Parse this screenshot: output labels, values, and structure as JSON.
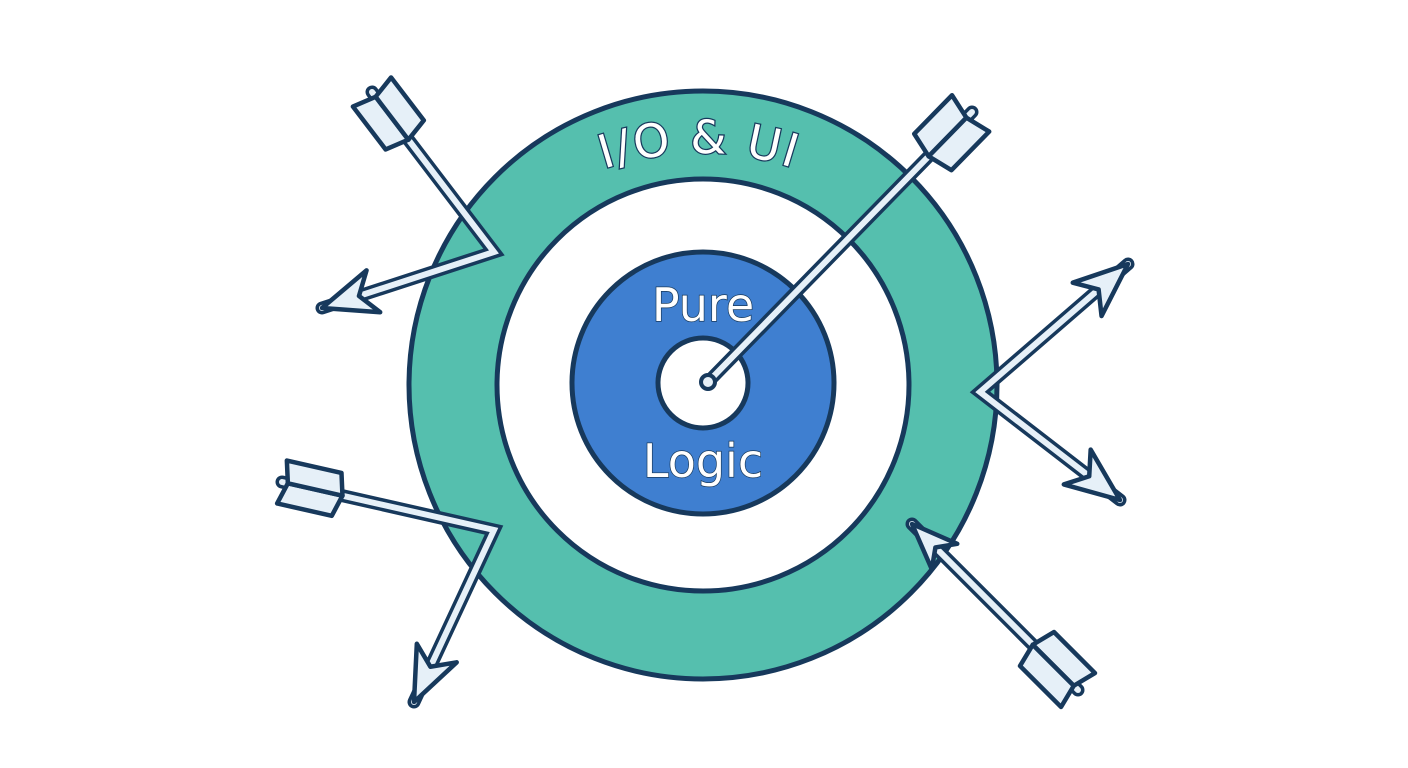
{
  "diagram": {
    "outer_ring_label": "I/O & UI",
    "core_label_top": "Pure",
    "core_label_bottom": "Logic"
  },
  "colors": {
    "background": "#ffffff",
    "outer_ring": "#55bfae",
    "middle_ring": "#ffffff",
    "core": "#3f7fd0",
    "outline": "#17395c",
    "arrow_fill": "#e6f0f8"
  },
  "icons": {
    "arrows": [
      "arrow-icon",
      "arrow-icon",
      "arrow-icon",
      "arrow-icon",
      "arrow-icon",
      "arrow-icon"
    ]
  }
}
